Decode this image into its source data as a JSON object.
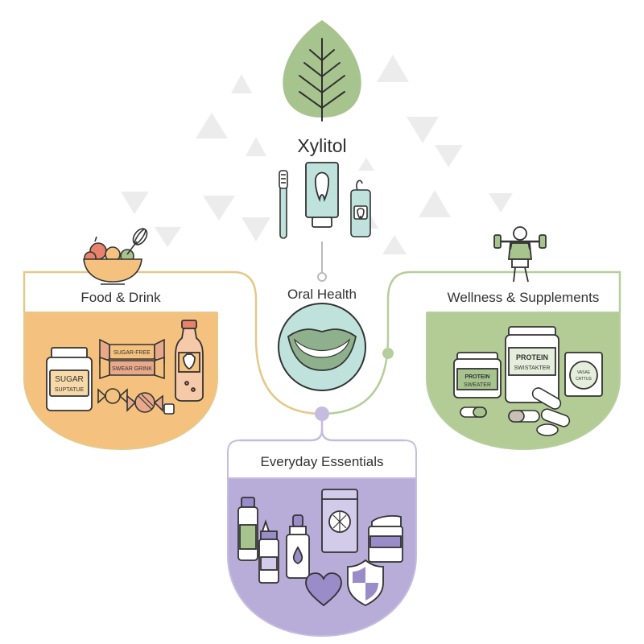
{
  "title": "Xylitol",
  "hub": {
    "label": "Oral Health",
    "icons": [
      "leaf-icon",
      "toothbrush-icon",
      "toothpaste-icon",
      "floss-icon",
      "smile-icon"
    ]
  },
  "categories": [
    {
      "id": "food",
      "label": "Food & Drink",
      "color": "#f4c27e",
      "products": {
        "jar_line1": "SUGAR",
        "jar_line2": "SUPTATUE",
        "candy_line1": "SUGAR-FREE",
        "candy_line2": "SWEAR GRINK"
      },
      "icons": [
        "fruit-bowl-icon",
        "whisk-icon",
        "sugar-jar-icon",
        "candy-bar-icon",
        "drink-bottle-icon",
        "wrapped-candy-icon"
      ]
    },
    {
      "id": "wellness",
      "label": "Wellness & Supplements",
      "color": "#b3cc96",
      "products": {
        "big_line1": "PROTEIN",
        "big_line2": "SWISTAKTER",
        "small_line1": "PROTEIN",
        "small_line2": "SWEATER",
        "sachet_line1": "VASAE",
        "sachet_line2": "CATTUS"
      },
      "icons": [
        "weightlifter-icon",
        "protein-tub-icon",
        "supplement-sachet-icon",
        "capsule-icon"
      ]
    },
    {
      "id": "everyday",
      "label": "Everyday Essentials",
      "color": "#b8acd8",
      "icons": [
        "mouthwash-bottle-icon",
        "nasal-spray-icon",
        "dropper-bottle-icon",
        "wipes-packet-icon",
        "cream-jar-icon",
        "heart-icon",
        "shield-icon"
      ]
    }
  ],
  "colors": {
    "leaf": "#a7c48f",
    "teal": "#bfe3dc",
    "line_gold": "#e5c98a",
    "line_green": "#b5cf9c",
    "line_purple": "#c5bde0",
    "outline": "#333333"
  }
}
